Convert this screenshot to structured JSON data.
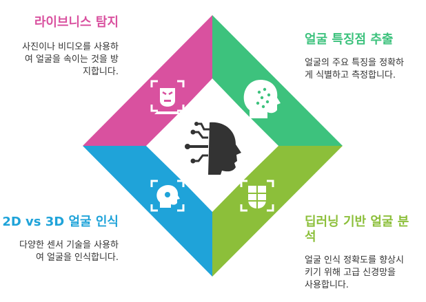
{
  "colors": {
    "magenta": "#D9519F",
    "green": "#3DC27D",
    "blue": "#1FA3D9",
    "lime": "#8CBF3A",
    "center_icon": "#333333",
    "quad_icon": "#ffffff"
  },
  "center": {
    "icon": "ai-head-circuit-icon"
  },
  "sections": [
    {
      "id": "liveness",
      "title": "라이브니스 탐지",
      "desc_lines": [
        "사진이나 비디오를 사용하",
        "여 얼굴을 속이는 것을 방",
        "지합니다."
      ],
      "icon": "spoof-face-scan-icon"
    },
    {
      "id": "feature",
      "title": "얼굴 특징점 추출",
      "desc_lines": [
        "얼굴의 주요 특징을 정확하",
        "게 식별하고 측정합니다."
      ],
      "icon": "face-landmark-dots-icon"
    },
    {
      "id": "recognition",
      "title": "2D vs 3D 얼굴 인식",
      "desc_lines": [
        "다양한 센서 기술을 사용하",
        "여 얼굴을 인식합니다."
      ],
      "icon": "profile-face-scan-icon"
    },
    {
      "id": "deeplearning",
      "title_lines": [
        "딥러닝 기반 얼굴 분",
        "석"
      ],
      "desc_lines": [
        "얼굴 인식 정확도를 향상시",
        "키기 위해 고급 신경망을",
        "사용합니다."
      ],
      "icon": "face-grid-scan-icon"
    }
  ]
}
